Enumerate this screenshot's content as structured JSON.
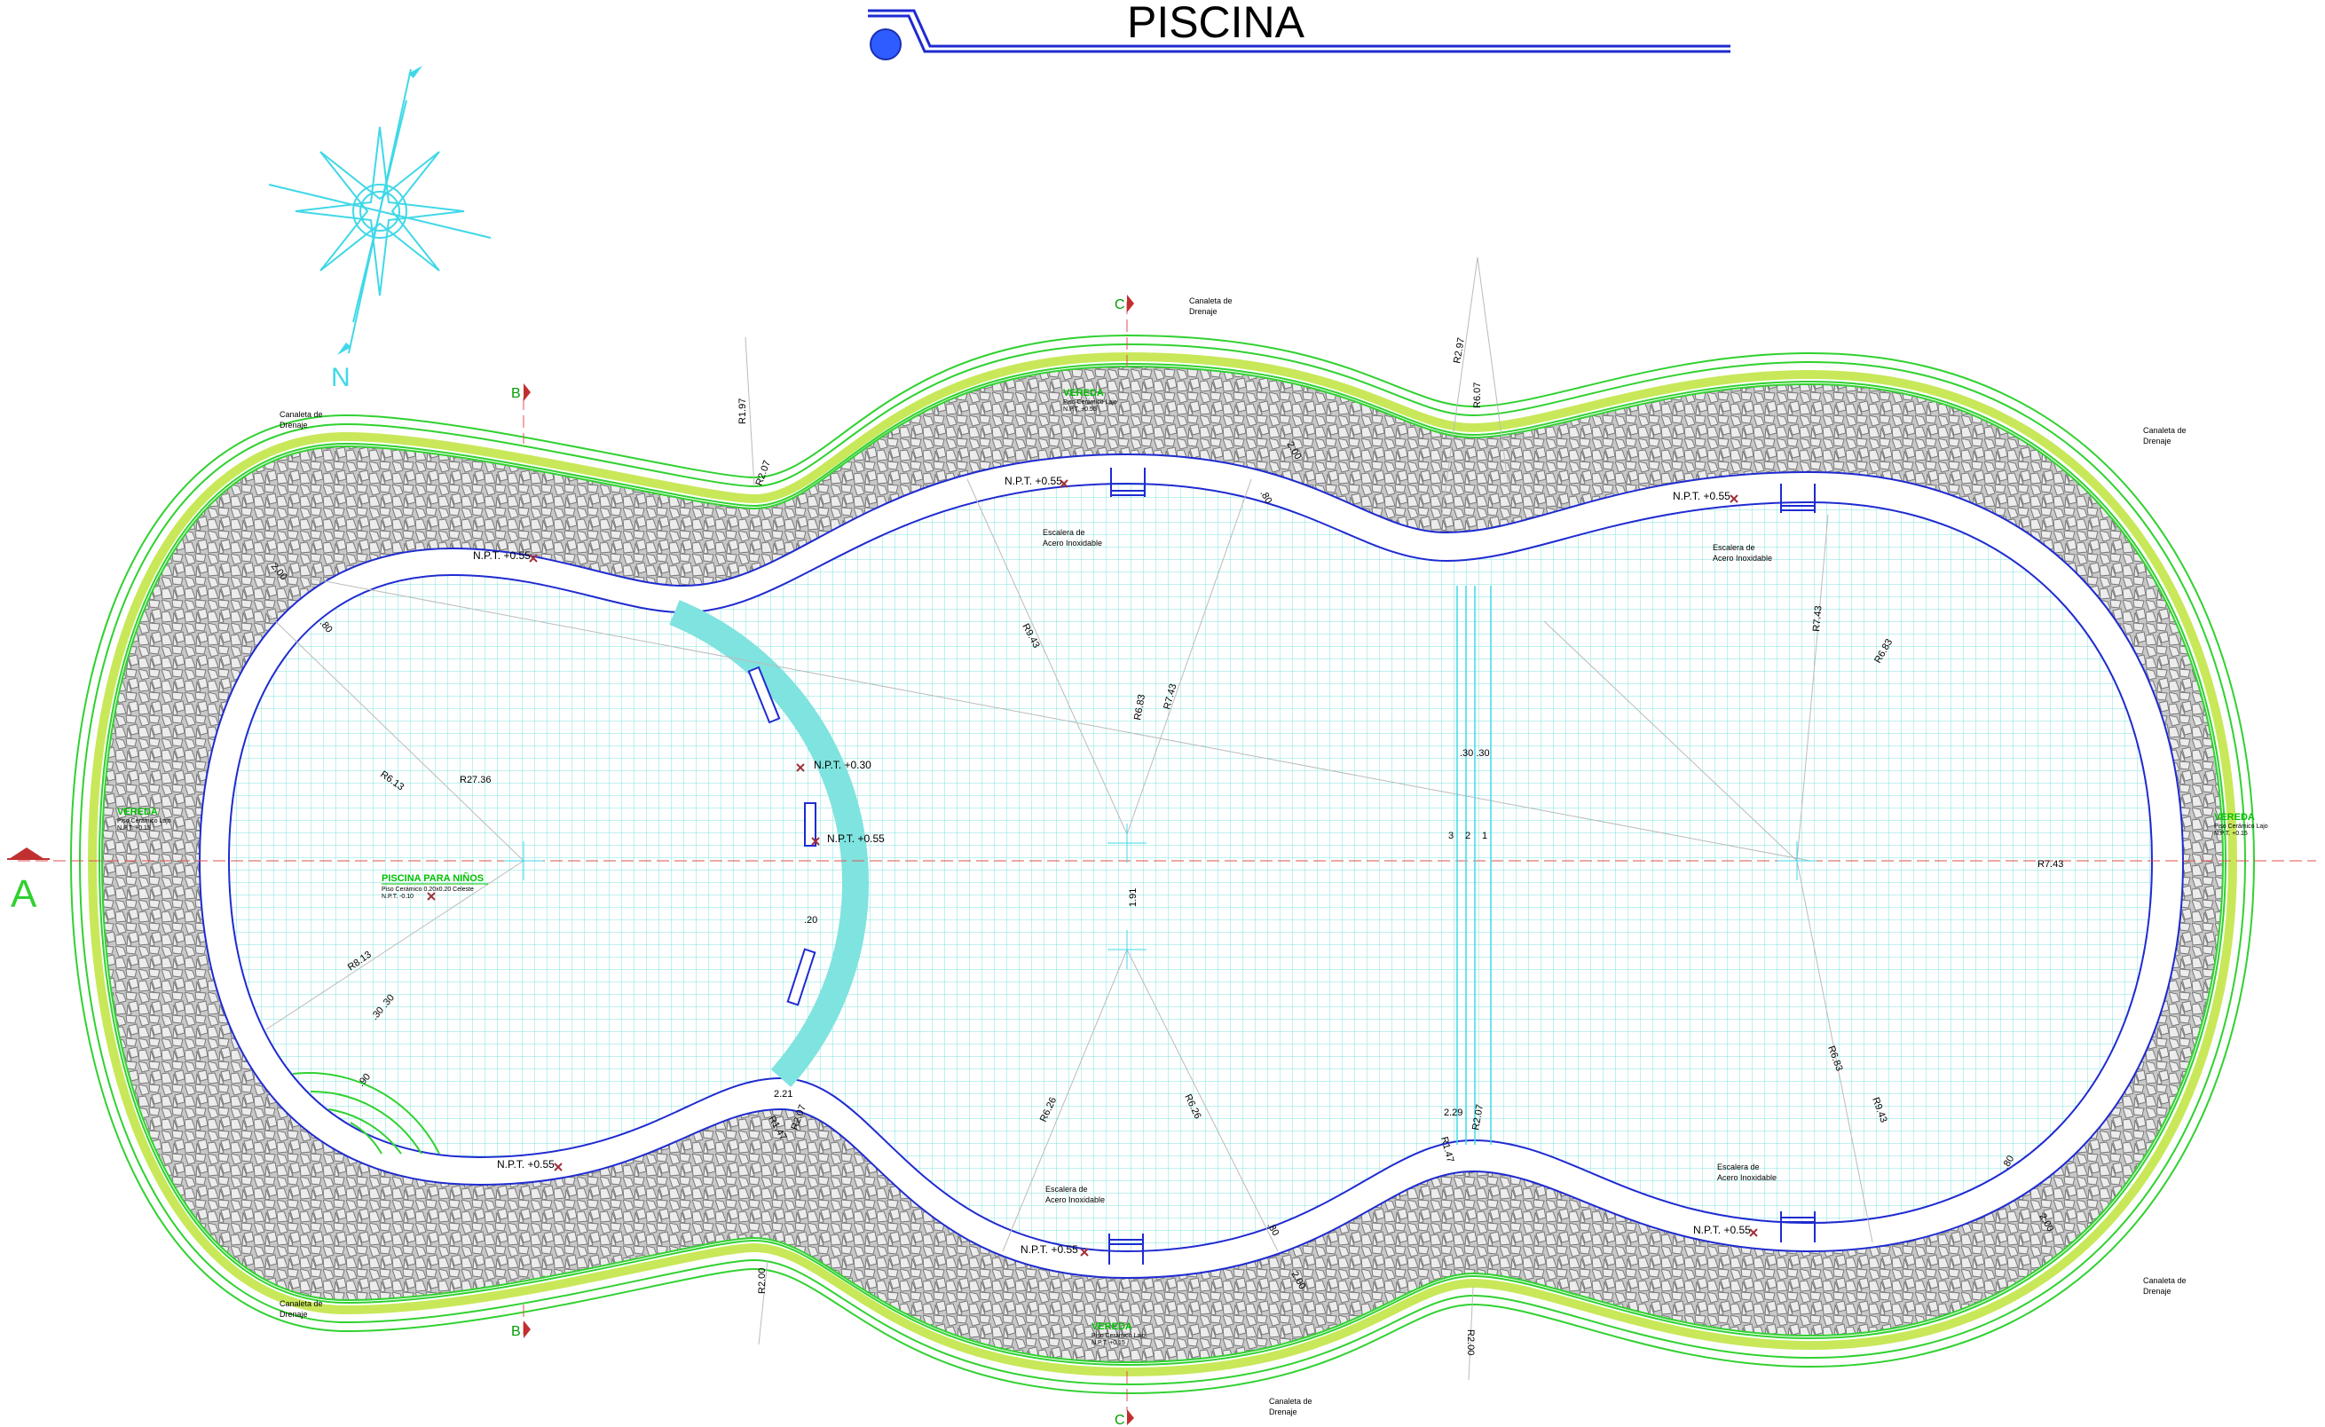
{
  "title": "PISCINA",
  "north_label": "N",
  "section_marks": {
    "a": "A",
    "b_top": "B",
    "b_bottom": "B",
    "c_top": "C",
    "c_bottom": "C"
  },
  "canaleta": {
    "line1": "Canaleta de",
    "line2": "Drenaje"
  },
  "escalera": {
    "line1": "Escalera de",
    "line2": "Acero Inoxidable"
  },
  "vereda": {
    "title": "VEREDA",
    "sub": "Piso Cerámico Lajo",
    "level_top": "N.P.T. +0.55",
    "level_side": "N.P.T. +0.15",
    "level_bottom": "N.P.T. +0.15"
  },
  "ninos": {
    "title": "PISCINA PARA NIÑOS",
    "sub": "Piso Cerámico 0.20x0.20 Celeste",
    "level": "N.P.T. -0.10"
  },
  "levels": {
    "npt_055": "N.P.T. +0.55",
    "npt_030": "N.P.T. +0.30"
  },
  "dimensions": {
    "r197": "R1.97",
    "r207": "R2.07",
    "r200": "R2.00",
    "r297": "R2.97",
    "r607": "R6.07",
    "r613": "R6.13",
    "r2736": "R27.36",
    "r813": "R8.13",
    "r943": "R9.43",
    "r683": "R6.83",
    "r743": "R7.43",
    "r626": "R6.26",
    "r147": "R1.47",
    "r221": "2.21",
    "r229": "2.29",
    "d200": "2.00",
    "d080": ".80",
    "d020": ".20",
    "d191": "1.91",
    "d3030": ".30 .30",
    "d3030b": ".30 .30",
    "d090": ".90",
    "d1": "1",
    "d2": "2",
    "d3": "3"
  }
}
